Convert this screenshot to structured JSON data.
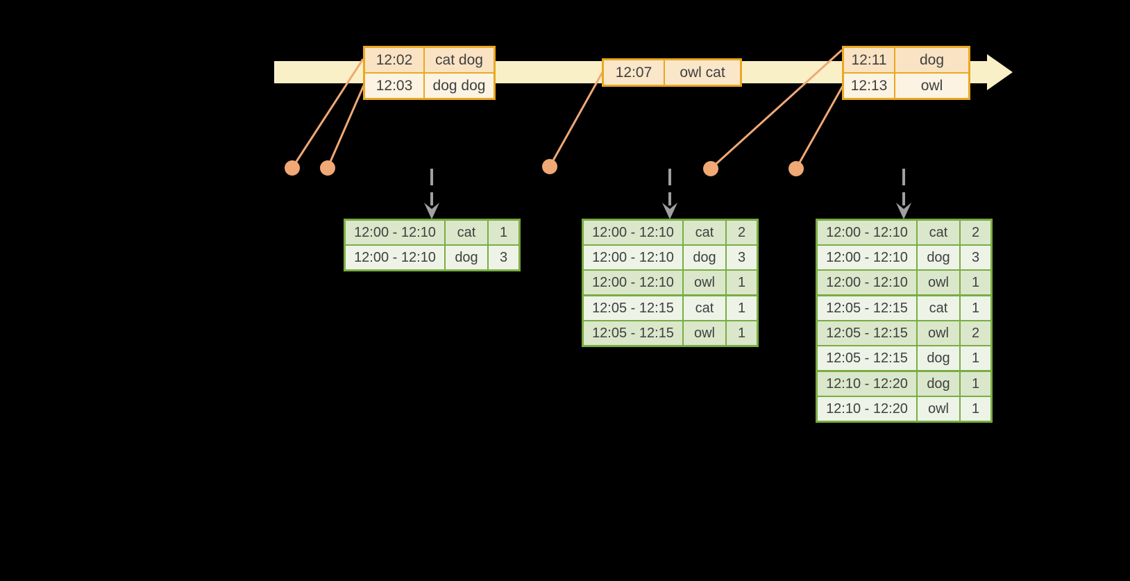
{
  "colors": {
    "background": "#000000",
    "timeline_band": "#FAF0C8",
    "event_table_border": "#E9A820",
    "event_cell_dark": "#FAE3C3",
    "event_cell_light": "#FCF3E2",
    "connector_salmon": "#F0A875",
    "trigger_arrow_gray": "#A0A0A0",
    "result_table_border": "#79AD43",
    "result_cell_dark": "#DBE7CB",
    "result_cell_light": "#EEF3E7",
    "text": "#3F3F3F"
  },
  "timeline": {
    "event_tables": [
      {
        "rows": [
          {
            "time": "12:02",
            "words": "cat dog"
          },
          {
            "time": "12:03",
            "words": "dog dog"
          }
        ]
      },
      {
        "rows": [
          {
            "time": "12:07",
            "words": "owl cat"
          }
        ]
      },
      {
        "rows": [
          {
            "time": "12:11",
            "words": "dog"
          },
          {
            "time": "12:13",
            "words": "owl"
          }
        ]
      }
    ]
  },
  "result_tables": [
    {
      "rows": [
        {
          "window": "12:00 - 12:10",
          "word": "cat",
          "count": "1"
        },
        {
          "window": "12:00 - 12:10",
          "word": "dog",
          "count": "3"
        }
      ]
    },
    {
      "rows": [
        {
          "window": "12:00 - 12:10",
          "word": "cat",
          "count": "2"
        },
        {
          "window": "12:00 - 12:10",
          "word": "dog",
          "count": "3"
        },
        {
          "window": "12:00 - 12:10",
          "word": "owl",
          "count": "1"
        },
        {
          "window": "12:05 - 12:15",
          "word": "cat",
          "count": "1"
        },
        {
          "window": "12:05 - 12:15",
          "word": "owl",
          "count": "1"
        }
      ]
    },
    {
      "rows": [
        {
          "window": "12:00 - 12:10",
          "word": "cat",
          "count": "2"
        },
        {
          "window": "12:00 - 12:10",
          "word": "dog",
          "count": "3"
        },
        {
          "window": "12:00 - 12:10",
          "word": "owl",
          "count": "1"
        },
        {
          "window": "12:05 - 12:15",
          "word": "cat",
          "count": "1"
        },
        {
          "window": "12:05 - 12:15",
          "word": "owl",
          "count": "2"
        },
        {
          "window": "12:05 - 12:15",
          "word": "dog",
          "count": "1"
        },
        {
          "window": "12:10 - 12:20",
          "word": "dog",
          "count": "1"
        },
        {
          "window": "12:10 - 12:20",
          "word": "owl",
          "count": "1"
        }
      ]
    }
  ]
}
